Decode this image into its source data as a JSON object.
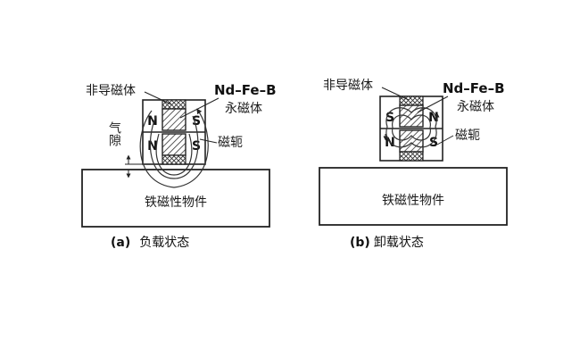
{
  "panel_a": {
    "label_nonmagnetic": "非导磁体",
    "label_magnet_material": "Nd–Fe–B",
    "label_magnet": "永磁体",
    "label_yoke": "磁轭",
    "label_airgap": "气隙",
    "label_workpiece": "铁磁性物件",
    "pole_top_left": "N",
    "pole_top_right": "S",
    "pole_bottom_left": "N",
    "pole_bottom_right": "S",
    "caption_prefix": "(a)",
    "caption_text": "负载状态"
  },
  "panel_b": {
    "label_nonmagnetic": "非导磁体",
    "label_magnet_material": "Nd–Fe–B",
    "label_magnet": "永磁体",
    "label_yoke": "磁轭",
    "label_workpiece": "铁磁性物件",
    "pole_top_left": "S",
    "pole_top_right": "N",
    "pole_bottom_left": "N",
    "pole_bottom_right": "S",
    "caption_prefix": "(b)",
    "caption_text": "卸载状态"
  },
  "colors": {
    "line": "#222222",
    "background": "#ffffff"
  }
}
